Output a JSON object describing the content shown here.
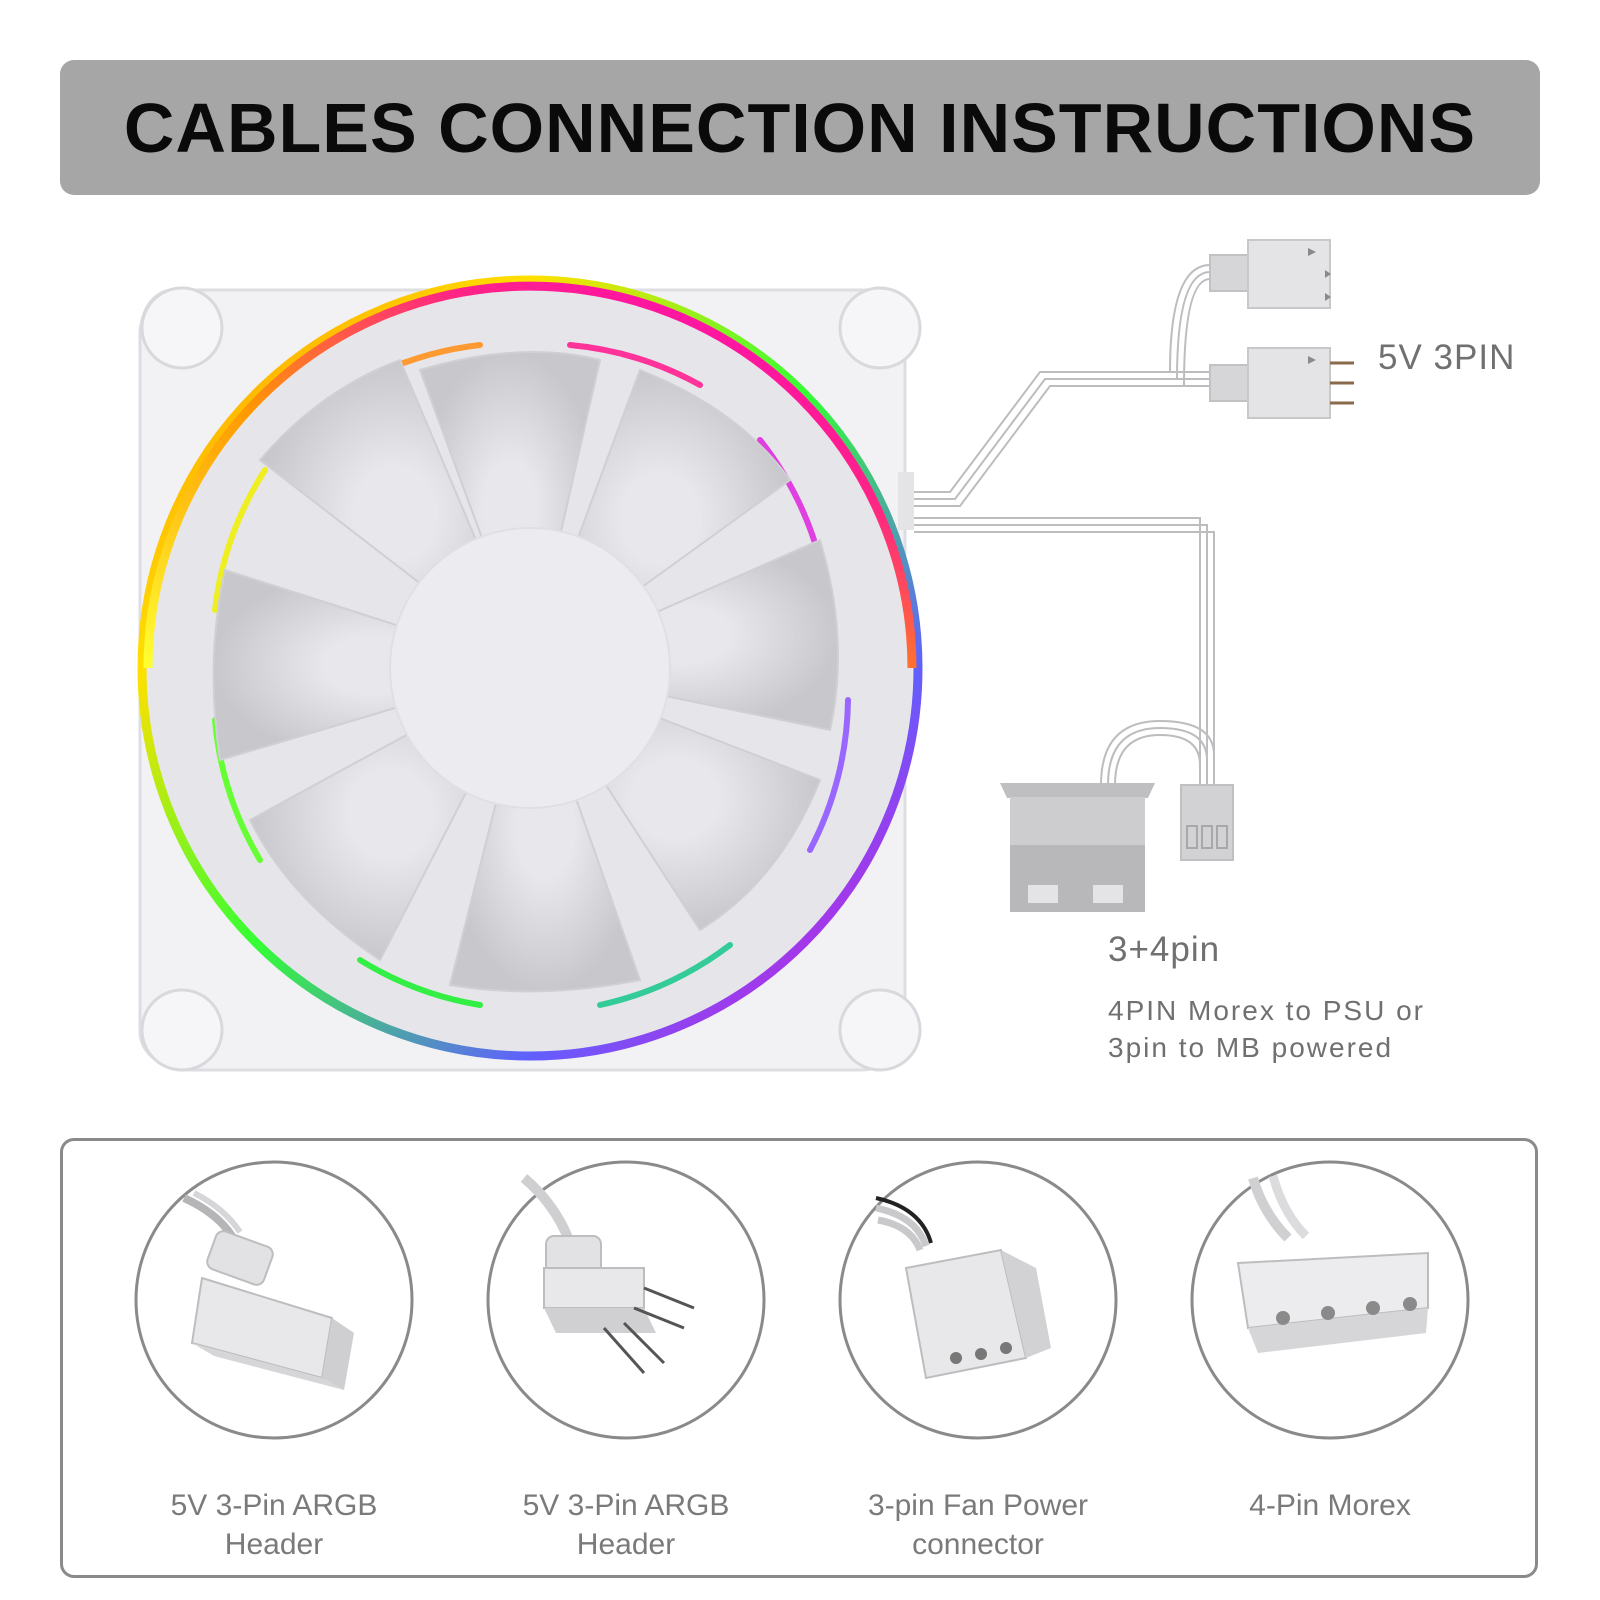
{
  "title": "CABLES CONNECTION INSTRUCTIONS",
  "labels": {
    "argb_connector": "5V 3PIN",
    "power_connector": "3+4pin",
    "power_description": "4PIN Morex to PSU or\n3pin to MB powered"
  },
  "legend": [
    {
      "caption": "5V 3-Pin ARGB\nHeader",
      "icon": "argb-female-connector-icon"
    },
    {
      "caption": "5V 3-Pin ARGB\nHeader",
      "icon": "argb-male-pin-connector-icon"
    },
    {
      "caption": "3-pin Fan Power\nconnector",
      "icon": "fan-power-connector-icon"
    },
    {
      "caption": "4-Pin Morex",
      "icon": "molex-connector-icon"
    }
  ],
  "colors": {
    "title_bar": "#a6a6a6",
    "text_gray": "#707070",
    "ring_gradient": [
      "#ff00ff",
      "#8a2be2",
      "#00ff66",
      "#ffff00",
      "#ff8800"
    ]
  }
}
